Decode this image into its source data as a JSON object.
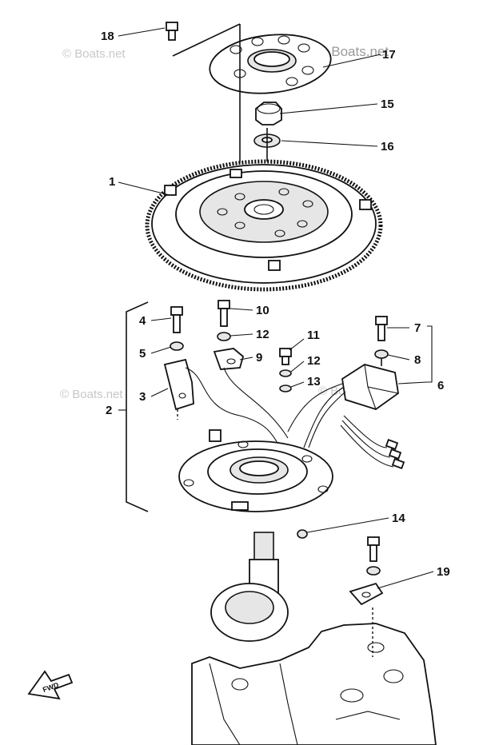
{
  "watermarks": [
    "© Boats.net",
    "© Boats.net",
    "© Boats.net",
    "© Boats.net"
  ],
  "fwd_label": "FWD",
  "callouts": {
    "c1": "1",
    "c2": "2",
    "c3": "3",
    "c4": "4",
    "c5": "5",
    "c6": "6",
    "c7": "7",
    "c8": "8",
    "c9": "9",
    "c10": "10",
    "c11": "11",
    "c12a": "12",
    "c12b": "12",
    "c13": "13",
    "c14": "14",
    "c15": "15",
    "c16": "16",
    "c17": "17",
    "c18": "18",
    "c19": "19"
  }
}
